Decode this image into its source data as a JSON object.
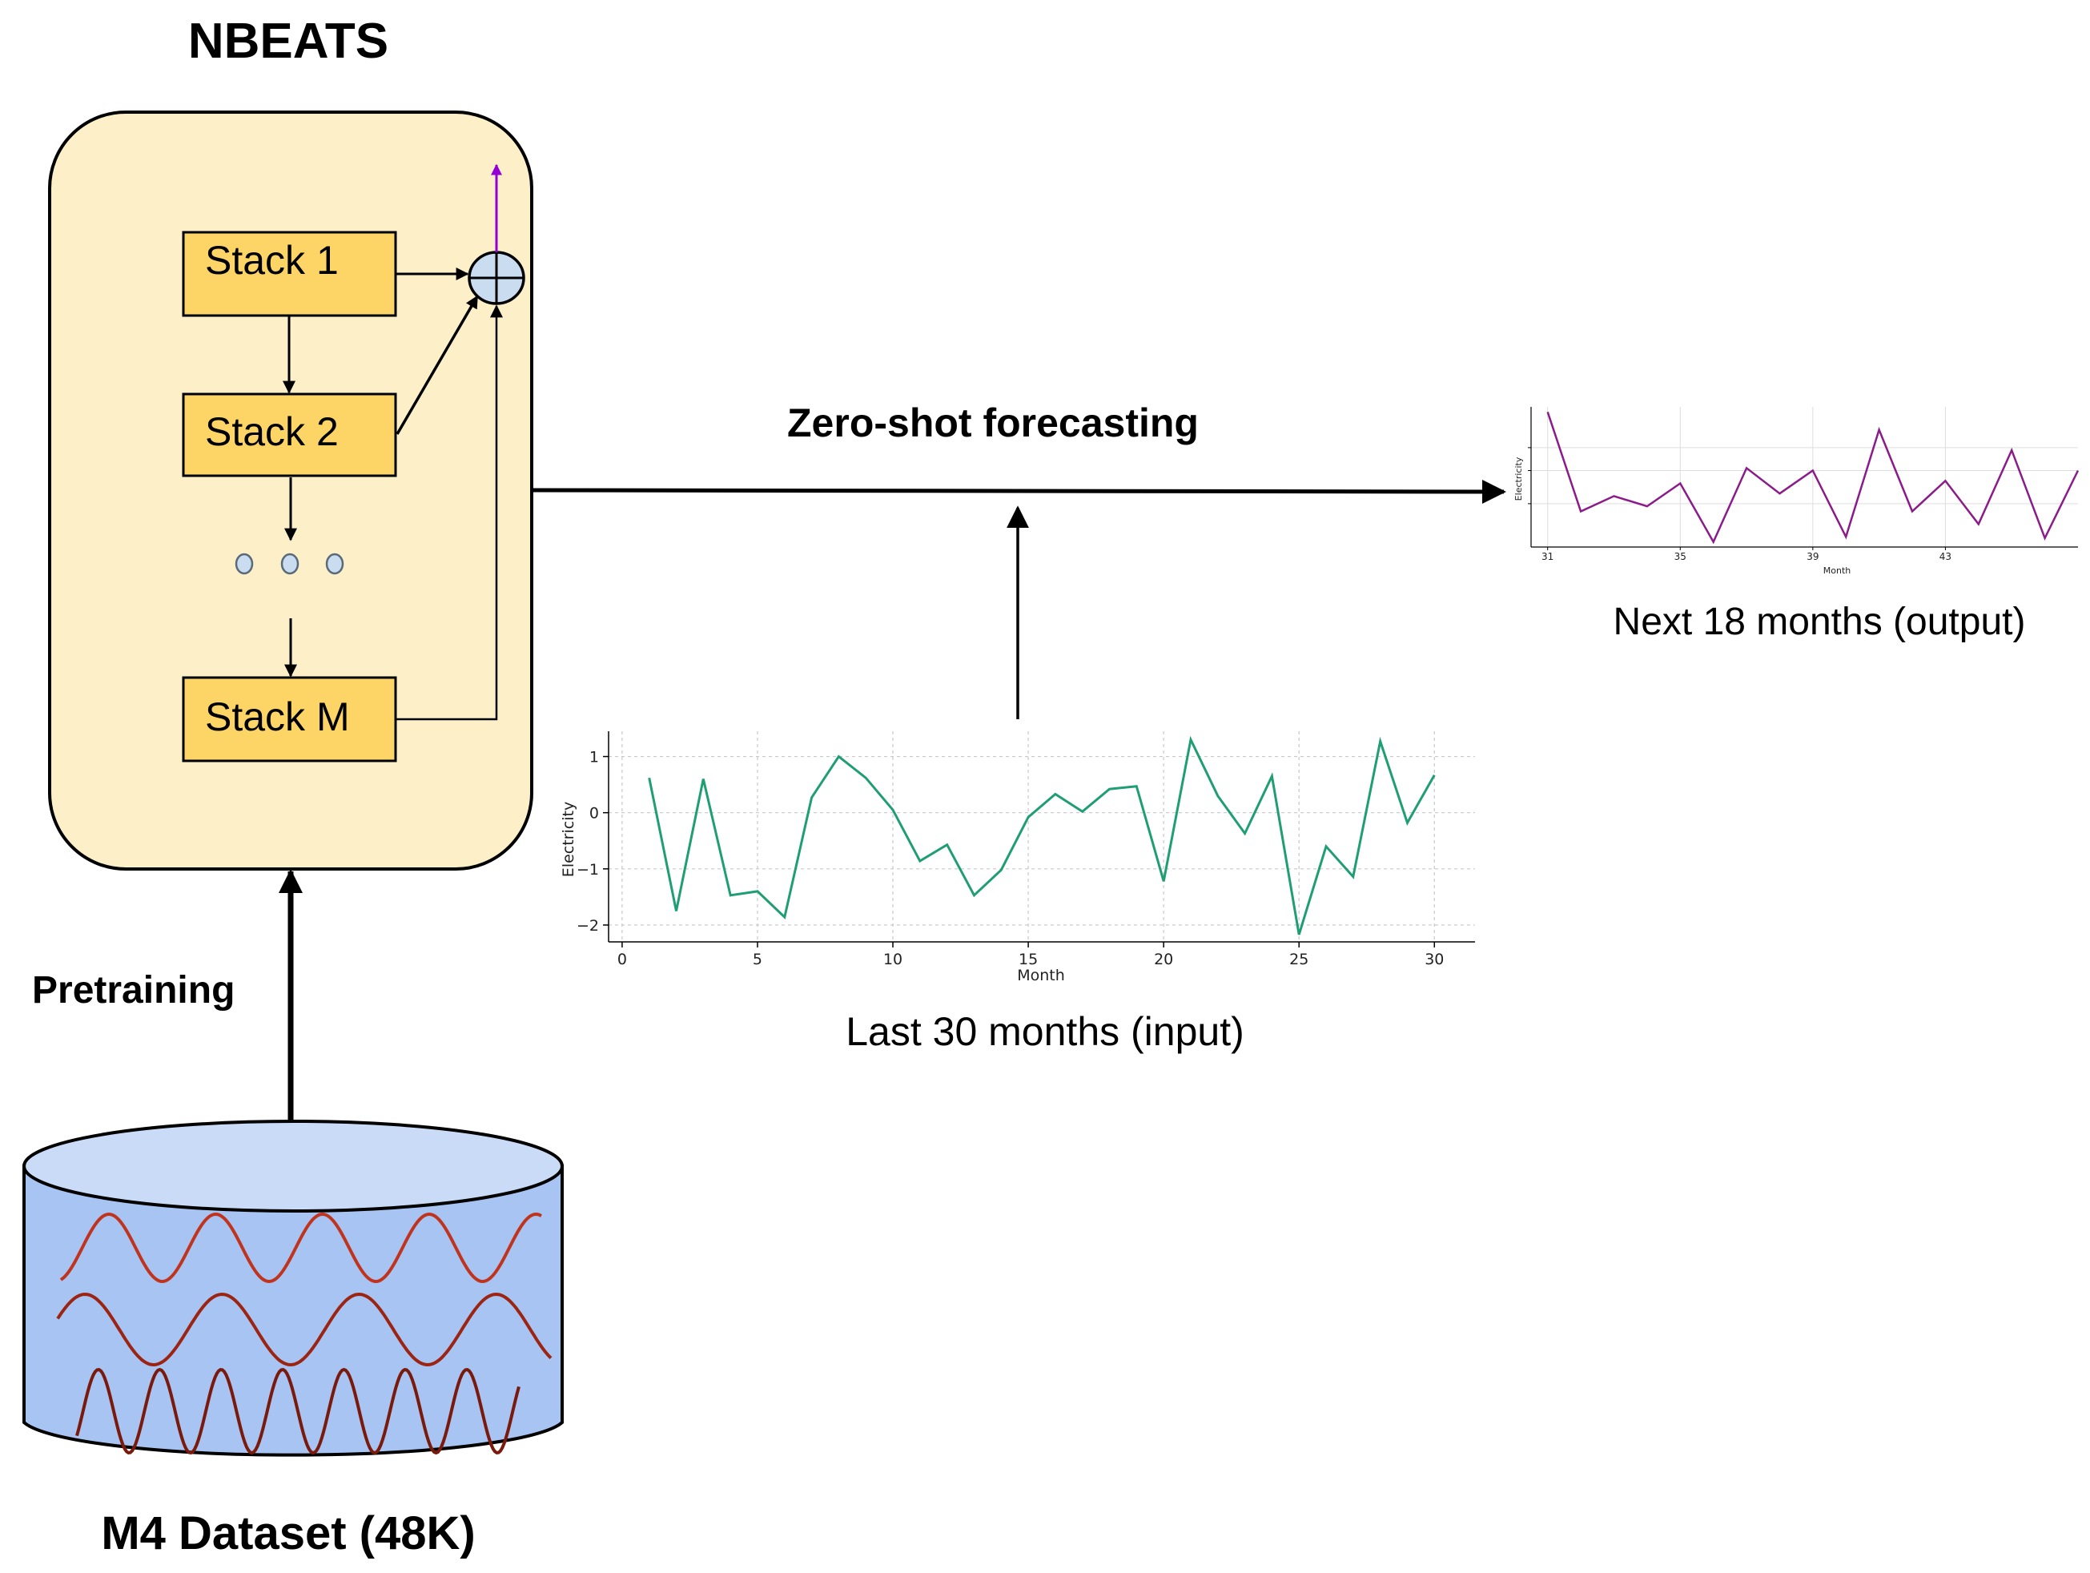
{
  "diagram": {
    "title": "NBEATS",
    "stacks": [
      "Stack 1",
      "Stack 2",
      "Stack M"
    ],
    "edge_labels": {
      "zero_shot": "Zero-shot forecasting",
      "pretraining": "Pretraining"
    },
    "dataset_label": "M4 Dataset (48K)",
    "input_caption": "Last 30 months (input)",
    "output_caption": "Next 18 months (output)",
    "colors": {
      "model_box_fill": "#fdf0c8",
      "stack_fill": "#fdd567",
      "sum_node_fill": "#c9dcf0",
      "output_arrow": "#9400d3",
      "db_fill": "#a8c4f3",
      "db_top_fill": "#c9dbf6",
      "wave_colors": [
        "#c0341d",
        "#9c2412",
        "#7a1a0c"
      ],
      "input_line": "#1f9e74",
      "output_line": "#8b1a8b"
    }
  },
  "chart_data": [
    {
      "type": "line",
      "name": "input",
      "xlabel": "Month",
      "ylabel": "Electricity",
      "xlim": [
        -0.5,
        31.5
      ],
      "ylim": [
        -2.3,
        1.45
      ],
      "xticks": [
        0,
        5,
        10,
        15,
        20,
        25,
        30
      ],
      "yticks": [
        1,
        0,
        -1,
        -2
      ],
      "ytick_labels": [
        "1",
        "0",
        "−1",
        "−2"
      ],
      "grid": true,
      "x": [
        1,
        2,
        3,
        4,
        5,
        6,
        7,
        8,
        9,
        10,
        11,
        12,
        13,
        14,
        15,
        16,
        17,
        18,
        19,
        20,
        21,
        22,
        23,
        24,
        25,
        26,
        27,
        28,
        29,
        30
      ],
      "y": [
        0.62,
        -1.75,
        0.6,
        -1.47,
        -1.4,
        -1.86,
        0.27,
        1.0,
        0.62,
        0.05,
        -0.86,
        -0.57,
        -1.47,
        -1.02,
        -0.08,
        0.33,
        0.02,
        0.42,
        0.47,
        -1.22,
        1.3,
        0.3,
        -0.37,
        0.65,
        -2.17,
        -0.6,
        -1.14,
        1.27,
        -0.18,
        0.67
      ]
    },
    {
      "type": "line",
      "name": "output",
      "xlabel": "Month",
      "ylabel": "Electricity",
      "xlim": [
        30.5,
        47
      ],
      "ylim": [
        0,
        5.5
      ],
      "xticks": [
        31,
        35,
        39,
        43
      ],
      "grid": true,
      "x": [
        31,
        32,
        33,
        34,
        35,
        36,
        37,
        38,
        39,
        40,
        41,
        42,
        43,
        44,
        45,
        46,
        47
      ],
      "y": [
        5.3,
        1.4,
        2.0,
        1.6,
        2.5,
        0.2,
        3.1,
        2.1,
        3.0,
        0.4,
        4.6,
        1.4,
        2.6,
        0.9,
        3.8,
        0.35,
        3.0
      ]
    }
  ]
}
